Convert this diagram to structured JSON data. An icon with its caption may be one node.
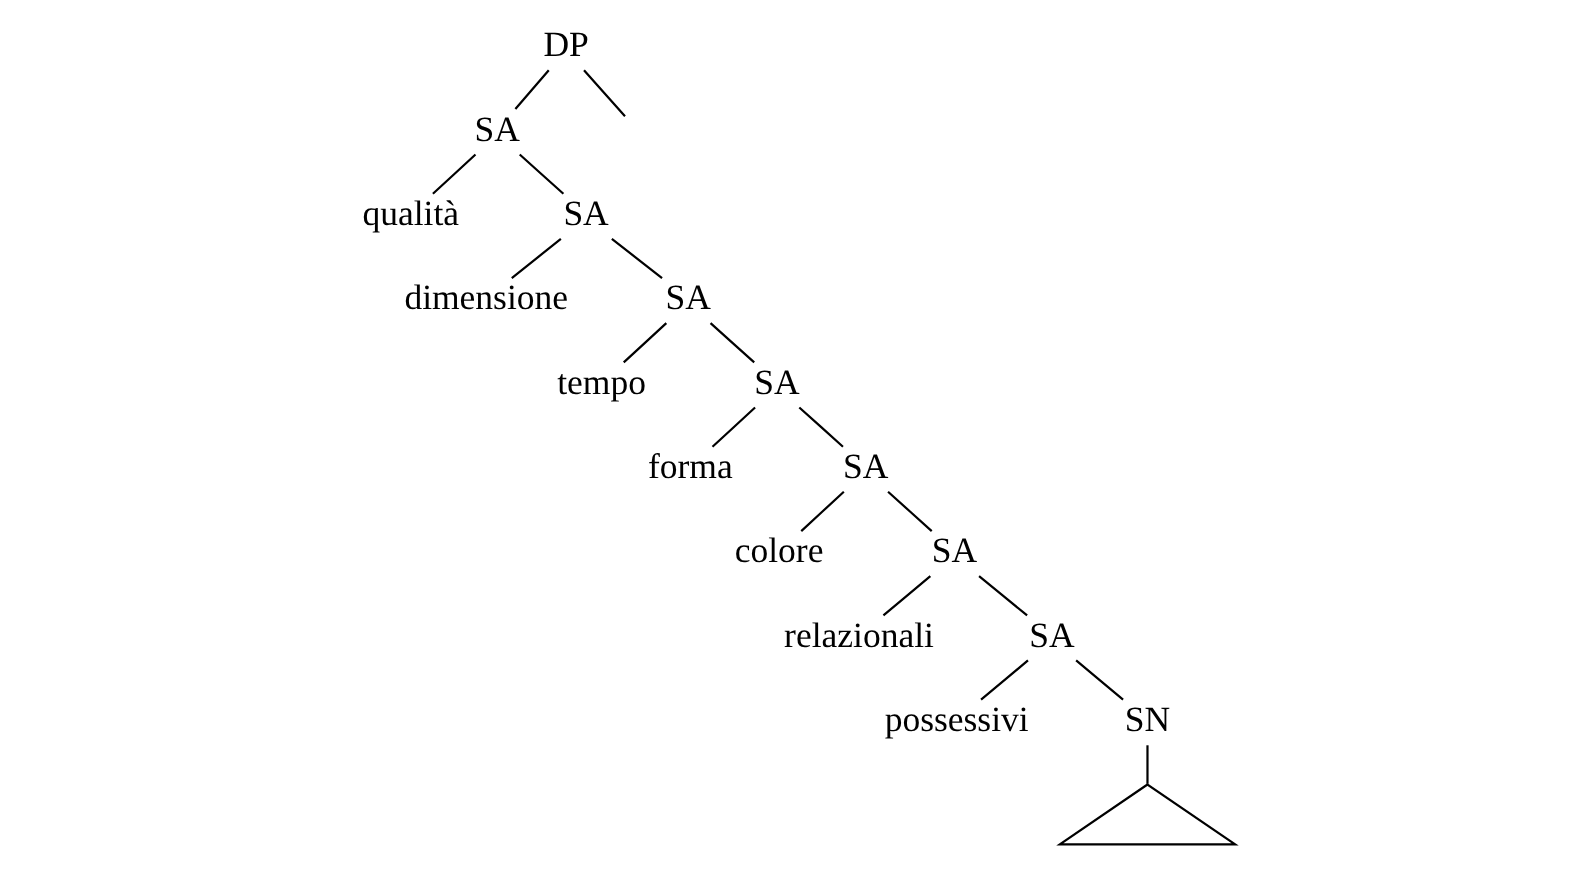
{
  "diagram": {
    "nodes": [
      {
        "text": [
          "DP"
        ]
      },
      {
        "text": [
          "SA"
        ]
      },
      {
        "text": [
          "qualità"
        ]
      },
      {
        "text": [
          "SA"
        ]
      },
      {
        "text": [
          "dimensione"
        ]
      },
      {
        "text": [
          "SA"
        ]
      },
      {
        "text": [
          "tempo"
        ]
      },
      {
        "text": [
          "SA"
        ]
      },
      {
        "text": [
          "forma"
        ]
      },
      {
        "text": [
          "SA"
        ]
      },
      {
        "text": [
          "colore"
        ]
      },
      {
        "text": [
          "SA"
        ]
      },
      {
        "text": [
          "relazionali"
        ]
      },
      {
        "text": [
          "SA"
        ]
      },
      {
        "text": [
          "possessivi"
        ]
      },
      {
        "text": [
          "SN"
        ]
      },
      {
        "text": [],
        "shape": "triangle"
      }
    ],
    "edges": [
      {
        "from": 0,
        "to": null,
        "arrow": "none"
      },
      {
        "from": 0,
        "to": 1,
        "arrow": "none"
      },
      {
        "from": 1,
        "to": 2,
        "arrow": "none"
      },
      {
        "from": 1,
        "to": 3,
        "arrow": "none"
      },
      {
        "from": 3,
        "to": 4,
        "arrow": "none"
      },
      {
        "from": 3,
        "to": 5,
        "arrow": "none"
      },
      {
        "from": 5,
        "to": 6,
        "arrow": "none"
      },
      {
        "from": 5,
        "to": 7,
        "arrow": "none"
      },
      {
        "from": 7,
        "to": 8,
        "arrow": "none"
      },
      {
        "from": 7,
        "to": 9,
        "arrow": "none"
      },
      {
        "from": 9,
        "to": 10,
        "arrow": "none"
      },
      {
        "from": 9,
        "to": 11,
        "arrow": "none"
      },
      {
        "from": 11,
        "to": 12,
        "arrow": "none"
      },
      {
        "from": 11,
        "to": 13,
        "arrow": "none"
      },
      {
        "from": 13,
        "to": 14,
        "arrow": "none"
      },
      {
        "from": 13,
        "to": 15,
        "arrow": "none"
      },
      {
        "from": 15,
        "to": 16,
        "arrow": "none"
      }
    ]
  }
}
